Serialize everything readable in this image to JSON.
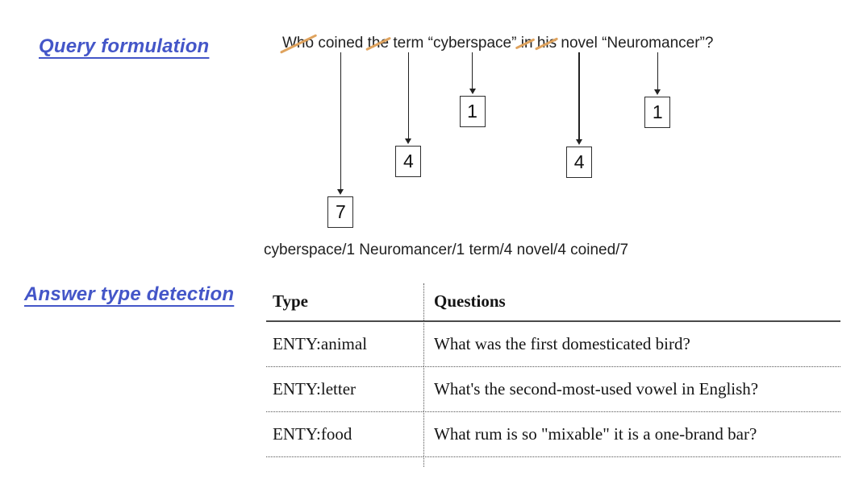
{
  "headings": {
    "query_formulation": "Query formulation",
    "answer_type_detection": "Answer type detection"
  },
  "diagram": {
    "sentence_tokens": [
      {
        "text": "Who",
        "struck": true
      },
      {
        "text": "coined",
        "weight": "7"
      },
      {
        "text": "the",
        "struck": true
      },
      {
        "text": "term",
        "weight": "4"
      },
      {
        "text": "“cyberspace”",
        "weight": "1"
      },
      {
        "text": "in",
        "struck": true
      },
      {
        "text": "his",
        "struck": true
      },
      {
        "text": "novel",
        "weight": "4"
      },
      {
        "text": "“Neuromancer”?",
        "weight": "1"
      }
    ],
    "weights_line": "cyberspace/1 Neuromancer/1 term/4 novel/4 coined/7"
  },
  "table": {
    "headers": {
      "type": "Type",
      "questions": "Questions"
    },
    "rows": [
      {
        "type": "ENTY:animal",
        "question": "What was the first domesticated bird?"
      },
      {
        "type": "ENTY:letter",
        "question": "What's the second-most-used vowel in English?"
      },
      {
        "type": "ENTY:food",
        "question": "What rum is so \"mixable\" it is a one-brand bar?"
      }
    ]
  },
  "colors": {
    "heading_blue": "#4456C8",
    "strikethrough_orange": "#DFA35E"
  }
}
